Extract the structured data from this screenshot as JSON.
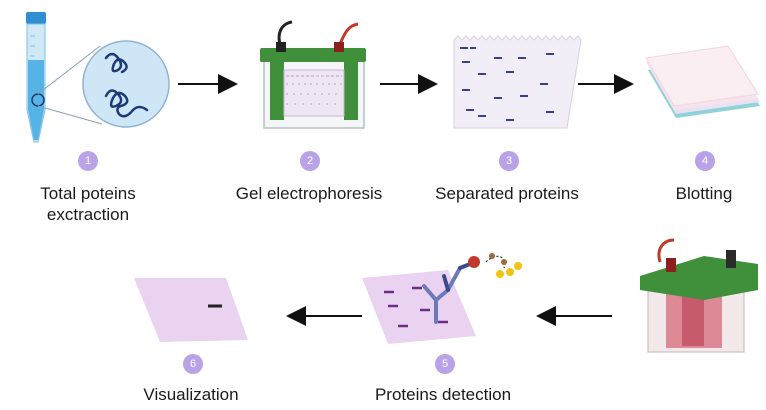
{
  "colors": {
    "badge": "#b9a3e6",
    "arrow": "#111111",
    "gel_green": "#3f8f3b",
    "membrane": "#ead3f0",
    "band": "#6b2f86"
  },
  "steps": [
    {
      "number": "1",
      "label_line1": "Total poteins",
      "label_line2": "exctraction",
      "icon": "tube-icon"
    },
    {
      "number": "2",
      "label_line1": "Gel electrophoresis",
      "icon": "gel-tank-icon"
    },
    {
      "number": "3",
      "label_line1": "Separated proteins",
      "icon": "gel-bands-icon"
    },
    {
      "number": "4",
      "label_line1": "Blotting",
      "icon": "membrane-stack-icon"
    },
    {
      "number": "5",
      "label_line1": "Proteins detection",
      "icon": "antibody-icon"
    },
    {
      "number": "6",
      "label_line1": "Visualization",
      "icon": "membrane-result-icon"
    }
  ]
}
